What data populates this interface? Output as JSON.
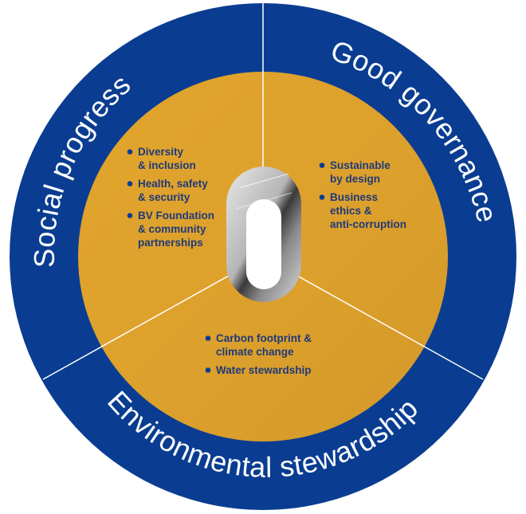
{
  "diagram": {
    "outer_color": "#0a3d91",
    "inner_color": "#e0a32c",
    "divider_color": "#ffffff",
    "bullet_color": "#0a3d91",
    "segments": [
      {
        "label": "Social progress",
        "items": [
          [
            "Diversity",
            "& inclusion"
          ],
          [
            "Health, safety",
            "& security"
          ],
          [
            "BV Foundation",
            "& community",
            "partnerships"
          ]
        ]
      },
      {
        "label": "Good governance",
        "items": [
          [
            "Sustainable",
            "by design"
          ],
          [
            "Business",
            "ethics &",
            "anti-corruption"
          ]
        ]
      },
      {
        "label": "Environmental stewardship",
        "items": [
          [
            "Carbon footprint &",
            "climate change"
          ],
          [
            "Water stewardship"
          ]
        ]
      }
    ]
  }
}
